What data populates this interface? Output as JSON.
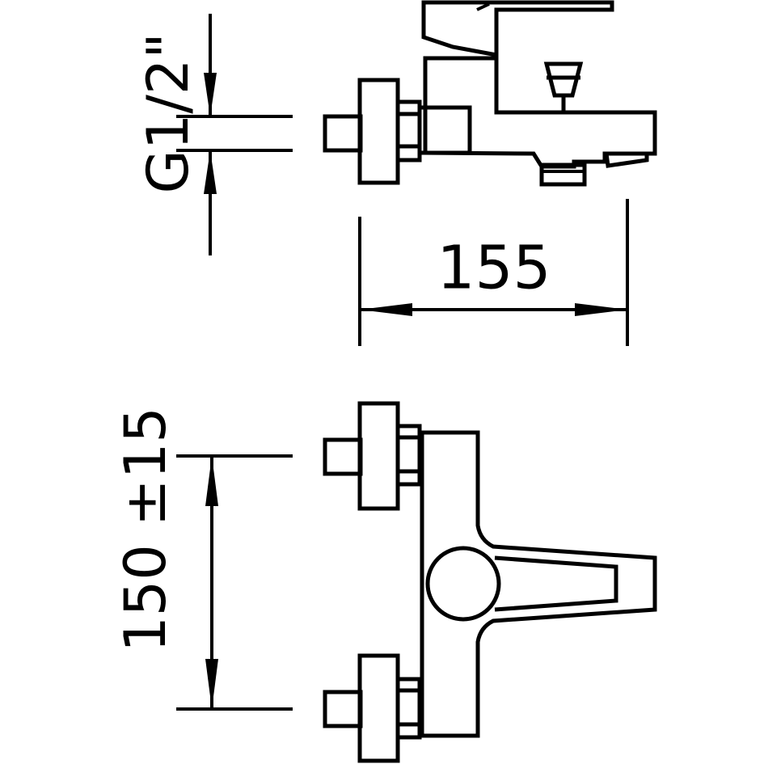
{
  "drawing": {
    "thread_size_label": "G1/2\"",
    "length_label": "155",
    "center_distance_label": "150 ±15"
  }
}
